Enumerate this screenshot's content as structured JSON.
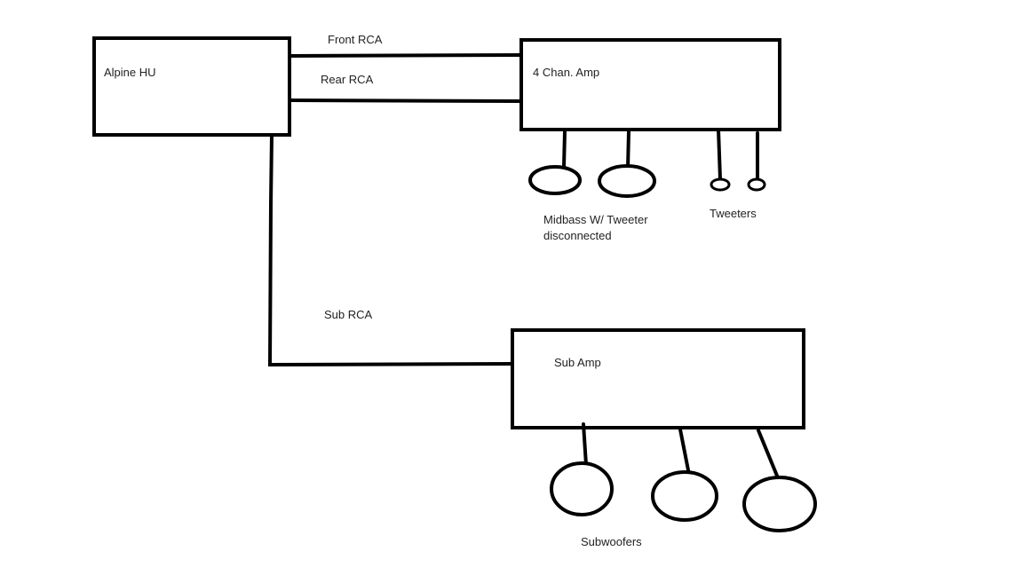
{
  "components": {
    "head_unit": "Alpine HU",
    "four_channel_amp": "4 Chan. Amp",
    "sub_amp": "Sub Amp"
  },
  "connections": {
    "front_rca": "Front RCA",
    "rear_rca": "Rear RCA",
    "sub_rca": "Sub RCA"
  },
  "speaker_labels": {
    "midbass_line1": "Midbass W/ Tweeter",
    "midbass_line2": "disconnected",
    "tweeters": "Tweeters",
    "subwoofers": "Subwoofers"
  },
  "colors": {
    "stroke": "#000000",
    "background": "#ffffff",
    "text": "#222222"
  }
}
